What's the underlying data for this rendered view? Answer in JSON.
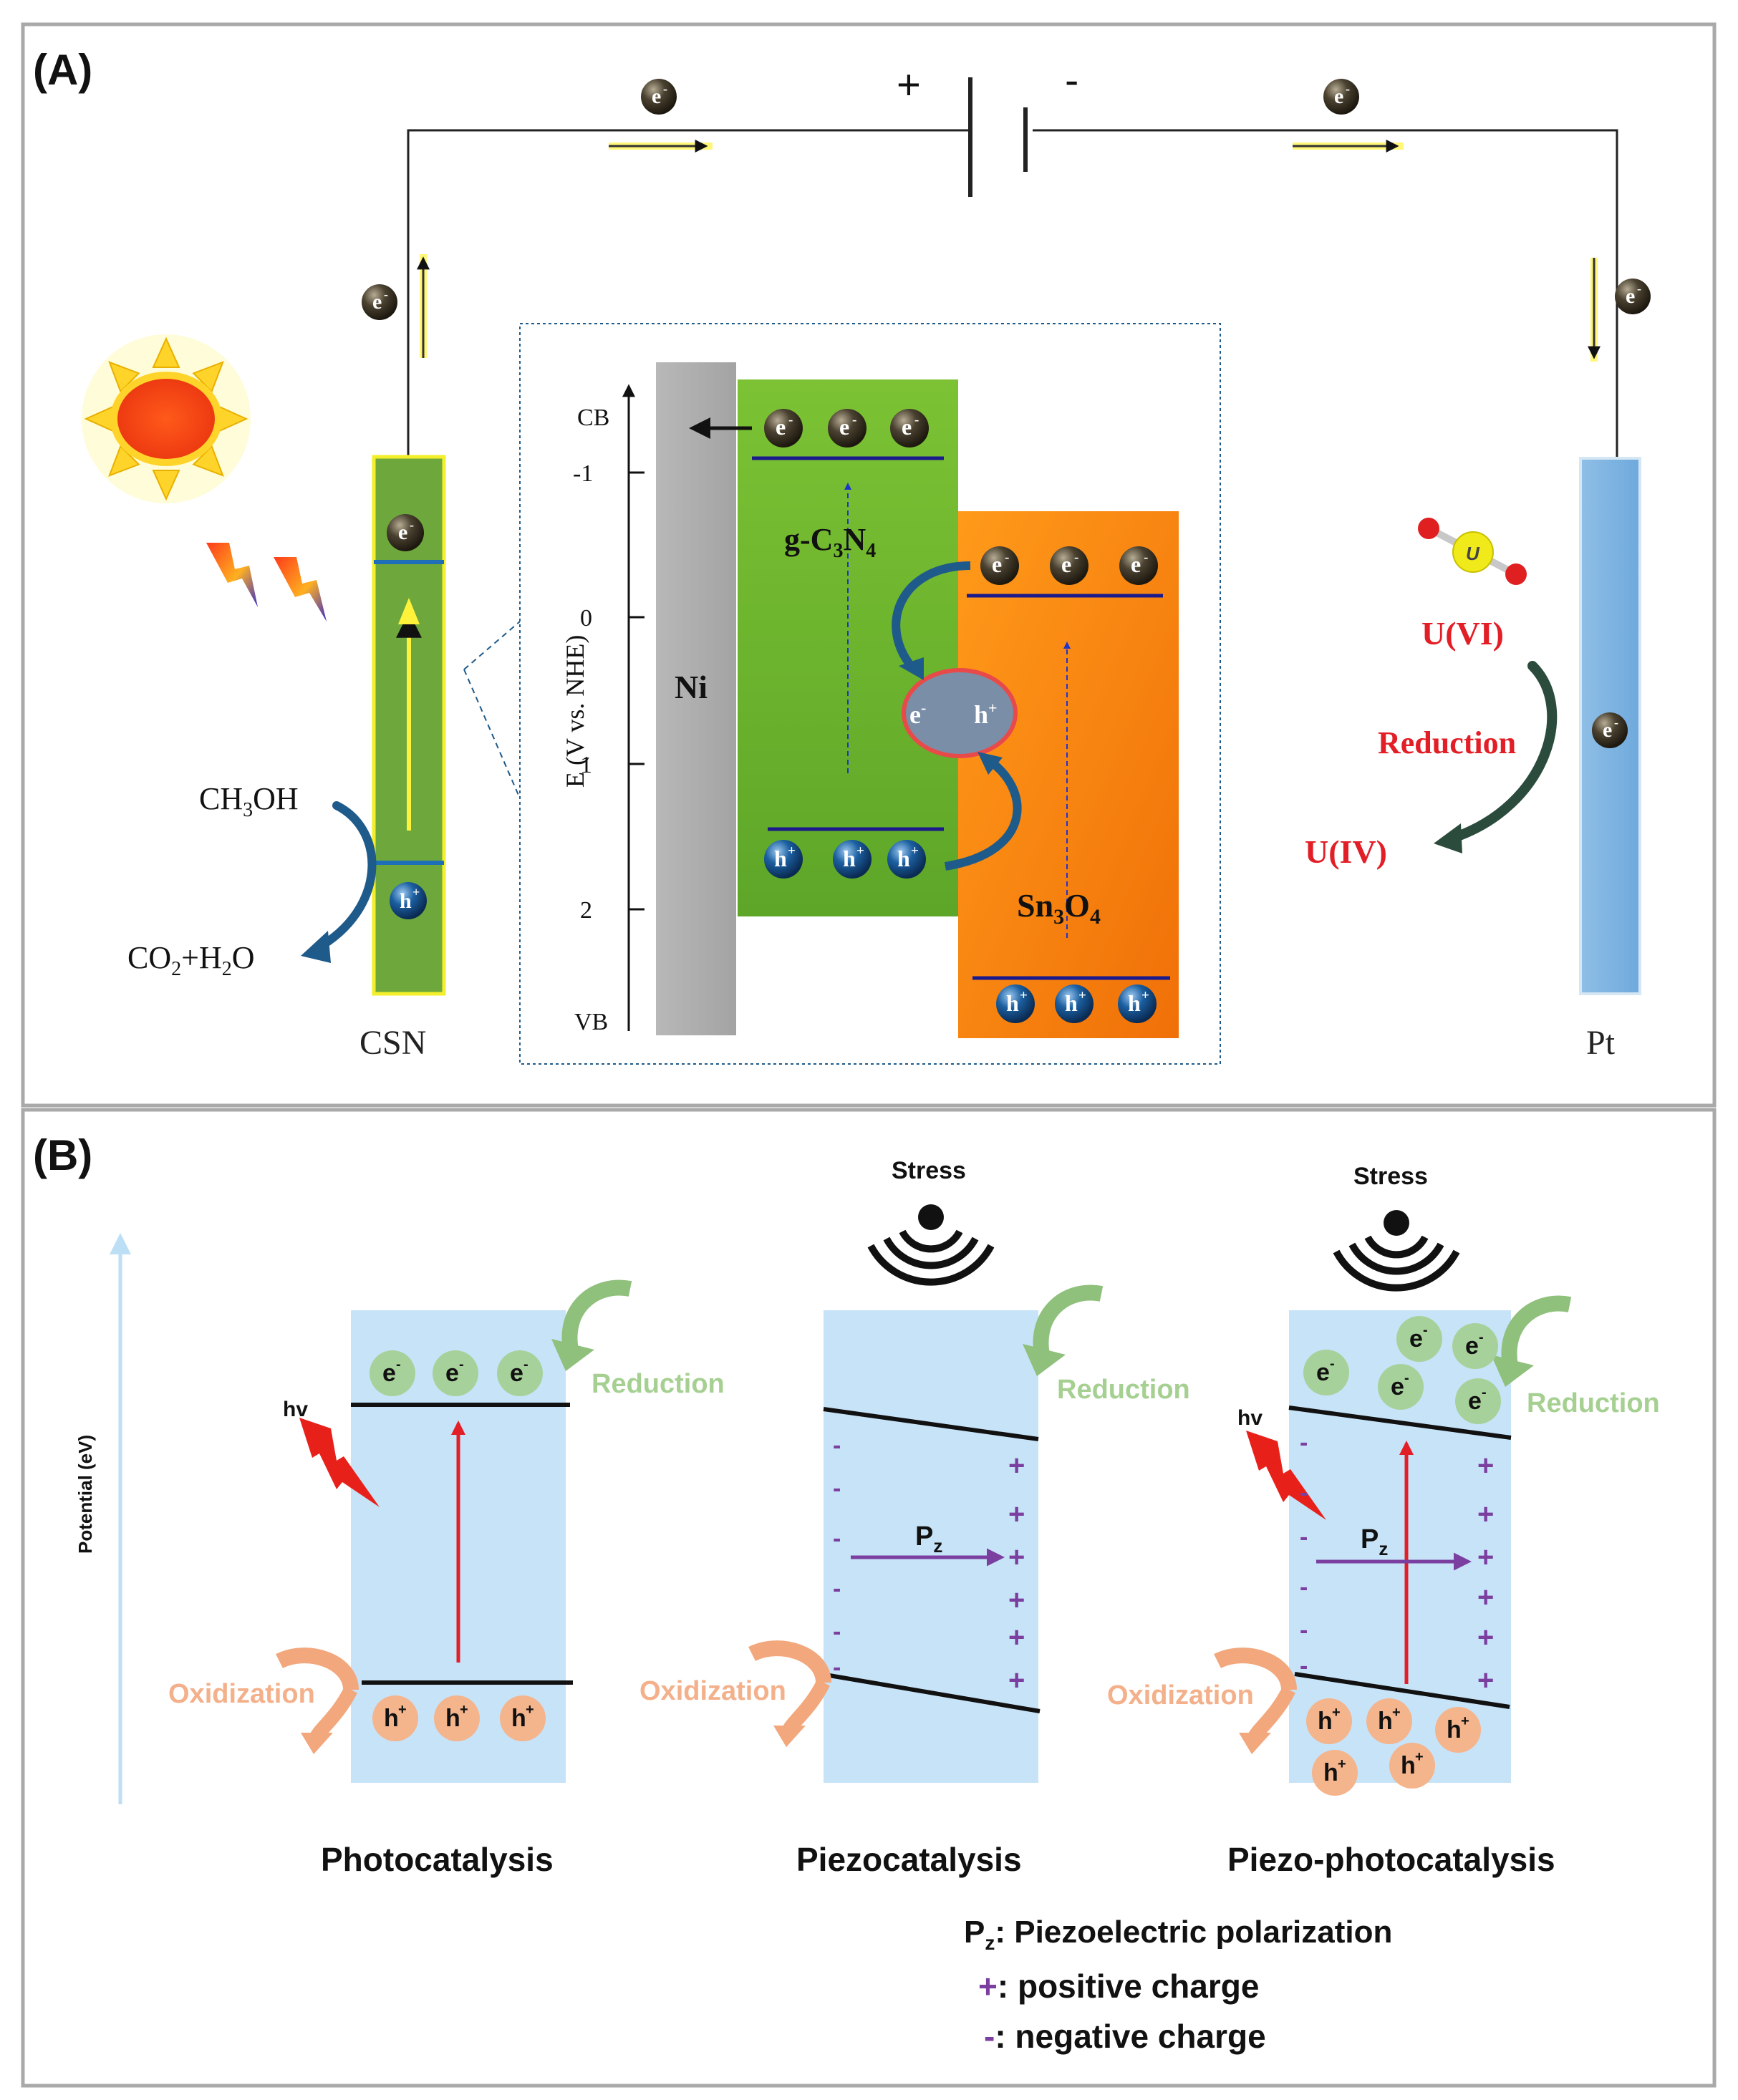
{
  "panels": {
    "a": {
      "label": "(A)"
    },
    "b": {
      "label": "(B)"
    }
  },
  "panel_a": {
    "polarity_plus": "+",
    "polarity_minus": "-",
    "electron": "e",
    "electron_sup": "-",
    "hole": "h",
    "hole_sup": "+",
    "left_electrode": "CSN",
    "right_electrode": "Pt",
    "methanol": {
      "a": "CH",
      "b": "3",
      "c": "OH"
    },
    "products": {
      "a": "CO",
      "b": "2",
      "c": "+H",
      "d": "2",
      "e": "O"
    },
    "inset": {
      "cb": "CB",
      "vb": "VB",
      "axis_label": "E (V vs. NHE)",
      "ticks": [
        "-1",
        "0",
        "1",
        "2"
      ],
      "metal": "Ni",
      "gcn": {
        "a": "g-C",
        "b": "3",
        "c": "N",
        "d": "4"
      },
      "sno": {
        "a": "Sn",
        "b": "3",
        "c": "O",
        "d": "4"
      }
    },
    "uranium": {
      "atom": "U",
      "u6": "U(VI)",
      "u4": "U(IV)",
      "reduction": "Reduction"
    }
  },
  "panel_b": {
    "y_axis": "Potential (eV)",
    "stress": "Stress",
    "hv": "hv",
    "reduction": "Reduction",
    "oxidization": "Oxidization",
    "pz": {
      "p": "P",
      "z": "z"
    },
    "titles": [
      "Photocatalysis",
      "Piezocatalysis",
      "Piezo-photocatalysis"
    ],
    "legend": {
      "pz_desc": ": Piezoelectric polarization",
      "pos_sym": "+",
      "pos_desc": ": positive charge",
      "neg_sym": "-",
      "neg_desc": ": negative charge"
    }
  },
  "colors": {
    "frame": "#a9a9a9",
    "green_band": "#6ab22e",
    "orange_band": "#f57c10",
    "electron_ball": "#3c3424",
    "hole_ball": "#1b5fa0",
    "band_blue": "#c7e3f8",
    "green_ball": "#a7d19a",
    "orange_ball": "#f4b48c",
    "red_arrow": "#e21e26",
    "purple": "#7b3fa0",
    "reduction_green": "#8fc07c",
    "oxid_orange": "#f2a77c"
  }
}
